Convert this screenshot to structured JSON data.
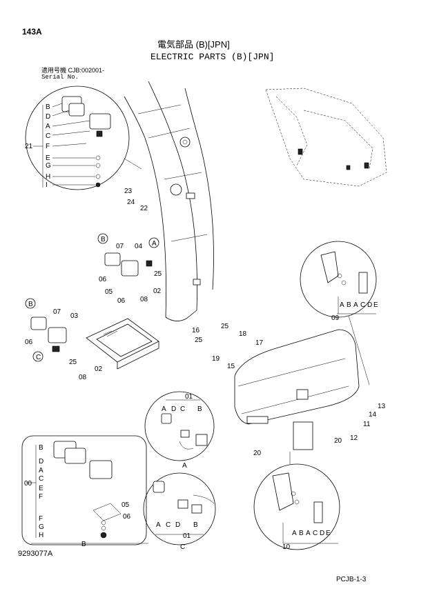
{
  "page": {
    "page_code": "143A",
    "title_jp": "電気部品 (B)[JPN]",
    "title_en": "ELECTRIC PARTS (B)[JPN]",
    "serial_jp": "適用号機  CJB:002001-",
    "serial_en": "Serial No.",
    "drawing_no": "9293077A",
    "footer_code": "PCJB-1-3"
  },
  "callouts": {
    "c21": "21",
    "c23": "23",
    "c24": "24",
    "c22": "22",
    "c07a": "07",
    "c04": "04",
    "c25a": "25",
    "c06a": "06",
    "c05a": "05",
    "c06b": "06",
    "c08a": "08",
    "c02a": "02",
    "c07b": "07",
    "c03": "03",
    "c06c": "06",
    "c25b": "25",
    "c08b": "08",
    "c02b": "02",
    "c16": "16",
    "c25c": "25",
    "c25d": "25",
    "c18": "18",
    "c17": "17",
    "c19": "19",
    "c15": "15",
    "c09": "09",
    "c13": "13",
    "c14": "14",
    "c11": "11",
    "c12": "12",
    "c20a": "20",
    "c20b": "20",
    "c01a": "01",
    "c01b": "01",
    "c10": "10",
    "c00": "00",
    "c05b": "05",
    "c06d": "06"
  },
  "letters": {
    "B": "B",
    "D": "D",
    "A": "A",
    "C": "C",
    "F": "F",
    "E": "E",
    "G": "G",
    "H": "H",
    "I": "I"
  }
}
